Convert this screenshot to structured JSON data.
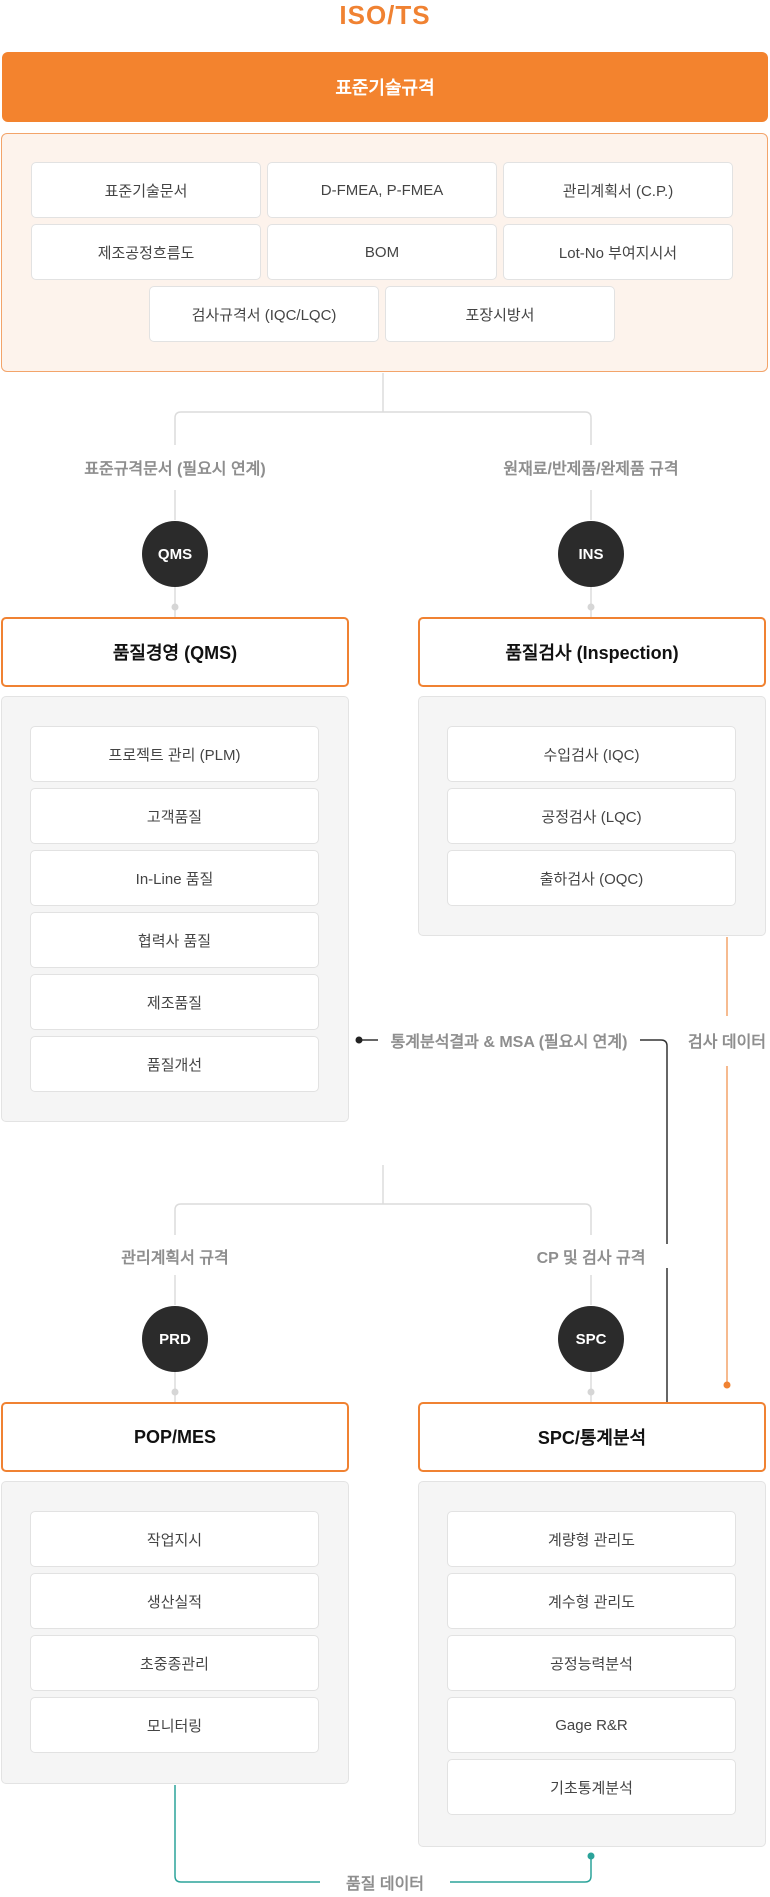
{
  "title": "ISO/TS",
  "banner": "표준기술규격",
  "standard_docs": [
    "표준기술문서",
    "D-FMEA, P-FMEA",
    "관리계획서 (C.P.)",
    "제조공정흐름도",
    "BOM",
    "Lot-No 부여지시서",
    "검사규격서 (IQC/LQC)",
    "포장시방서"
  ],
  "links": {
    "std_to_qms": "표준규격문서 (필요시 연계)",
    "std_to_ins": "원재료/반제품/완제품 규격",
    "stat_result": "통계분석결과 & MSA (필요시 연계)",
    "inspection_data": "검사 데이터",
    "cp_to_prd": "관리계획서 규격",
    "cp_to_spc": "CP 및 검사 규격",
    "quality_data": "품질 데이터"
  },
  "modules": {
    "qms": {
      "badge": "QMS",
      "title": "품질경영 (QMS)",
      "items": [
        "프로젝트 관리 (PLM)",
        "고객품질",
        "In-Line 품질",
        "협력사 품질",
        "제조품질",
        "품질개선"
      ]
    },
    "ins": {
      "badge": "INS",
      "title": "품질검사 (Inspection)",
      "items": [
        "수입검사 (IQC)",
        "공정검사 (LQC)",
        "출하검사 (OQC)"
      ]
    },
    "prd": {
      "badge": "PRD",
      "title": "POP/MES",
      "items": [
        "작업지시",
        "생산실적",
        "초중종관리",
        "모니터링"
      ]
    },
    "spc": {
      "badge": "SPC",
      "title": "SPC/통계분석",
      "items": [
        "계량형 관리도",
        "계수형 관리도",
        "공정능력분석",
        "Gage R&R",
        "기초통계분석"
      ]
    }
  },
  "colors": {
    "accent": "#f08232",
    "dark": "#2b2b2b",
    "teal": "#2ba39a",
    "line_gray": "#dcdcdc"
  }
}
